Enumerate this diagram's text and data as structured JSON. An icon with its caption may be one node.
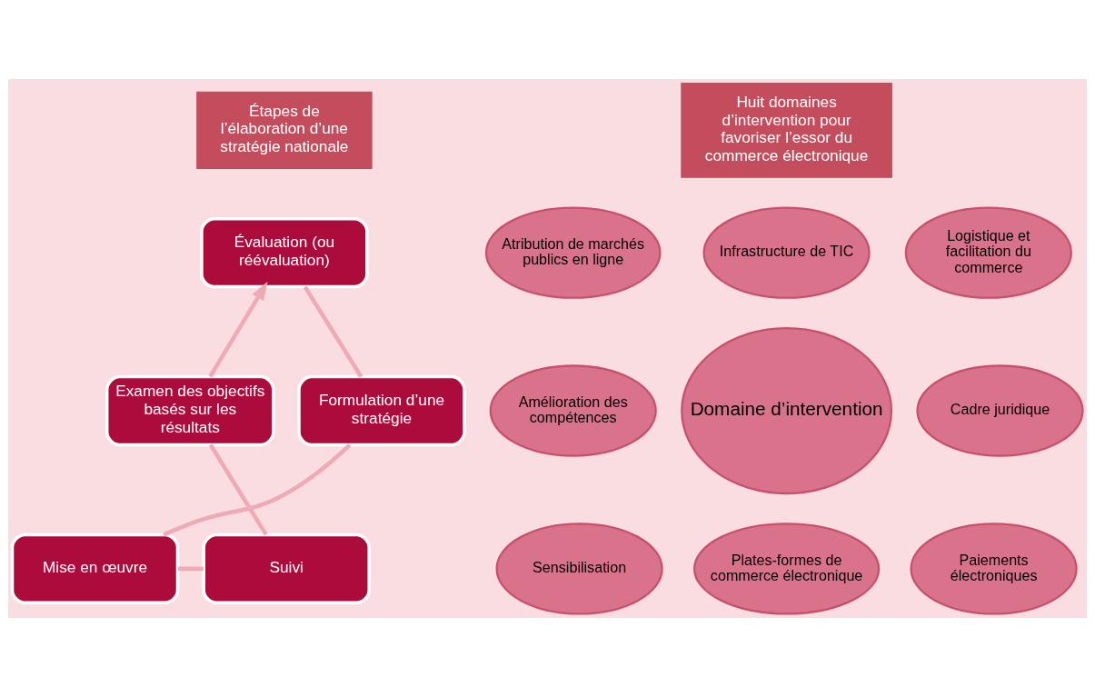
{
  "diagram": {
    "nodes": [
      {
        "text": [
          "Étapes de l’élaboration d’une stratégie nationale"
        ]
      },
      {
        "text": [
          "Évaluation (ou réévaluation)"
        ]
      },
      {
        "text": [
          "Examen des objectifs basés sur les résultats"
        ]
      },
      {
        "text": [
          "Formulation d’une stratégie"
        ]
      },
      {
        "text": [
          "Suivi"
        ]
      },
      {
        "text": [
          "Mise en œuvre"
        ]
      },
      {
        "text": [
          "Huit domaines d’intervention pour favoriser l’essor du commerce électronique"
        ]
      },
      {
        "text": [
          "Infrastructure de TIC"
        ]
      },
      {
        "text": [
          "Atribution de marchés publics en ligne"
        ]
      },
      {
        "text": [
          "Logistique et facilitation du commerce"
        ]
      },
      {
        "text": [
          "Domaine d’intervention"
        ]
      },
      {
        "text": [
          "Amélioration des compétences"
        ]
      },
      {
        "text": [
          "Cadre juridique"
        ]
      },
      {
        "text": [
          "Sensibilisation"
        ]
      },
      {
        "text": [
          "Paiements électroniques"
        ]
      },
      {
        "text": [
          "Plates-formes de commerce électronique"
        ]
      }
    ],
    "edges": [
      {
        "from": 1,
        "to": 3,
        "arrow": "none"
      },
      {
        "from": 3,
        "to": 5,
        "arrow": "none"
      },
      {
        "from": 5,
        "to": 4,
        "arrow": "none"
      },
      {
        "from": 4,
        "to": 2,
        "arrow": "none"
      },
      {
        "from": 2,
        "to": 1,
        "arrow": "to"
      }
    ]
  }
}
